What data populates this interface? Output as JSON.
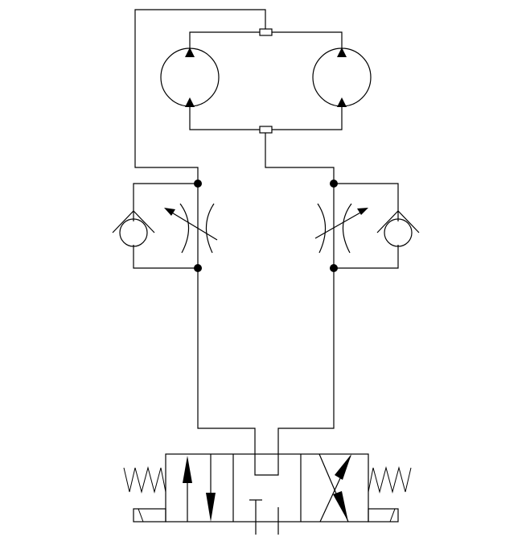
{
  "diagram": {
    "type": "hydraulic-schematic",
    "components": [
      {
        "id": "motor-left",
        "kind": "hydraulic-motor-bidirectional"
      },
      {
        "id": "motor-right",
        "kind": "hydraulic-motor-bidirectional"
      },
      {
        "id": "junction-top",
        "kind": "line-junction"
      },
      {
        "id": "junction-bottom",
        "kind": "line-junction"
      },
      {
        "id": "flow-control-left",
        "kind": "adjustable-throttle-with-check-valve"
      },
      {
        "id": "flow-control-right",
        "kind": "adjustable-throttle-with-check-valve"
      },
      {
        "id": "directional-valve",
        "kind": "4-3-directional-valve-spring-centered"
      }
    ],
    "colors": {
      "line": "#000000",
      "background": "#ffffff"
    }
  }
}
